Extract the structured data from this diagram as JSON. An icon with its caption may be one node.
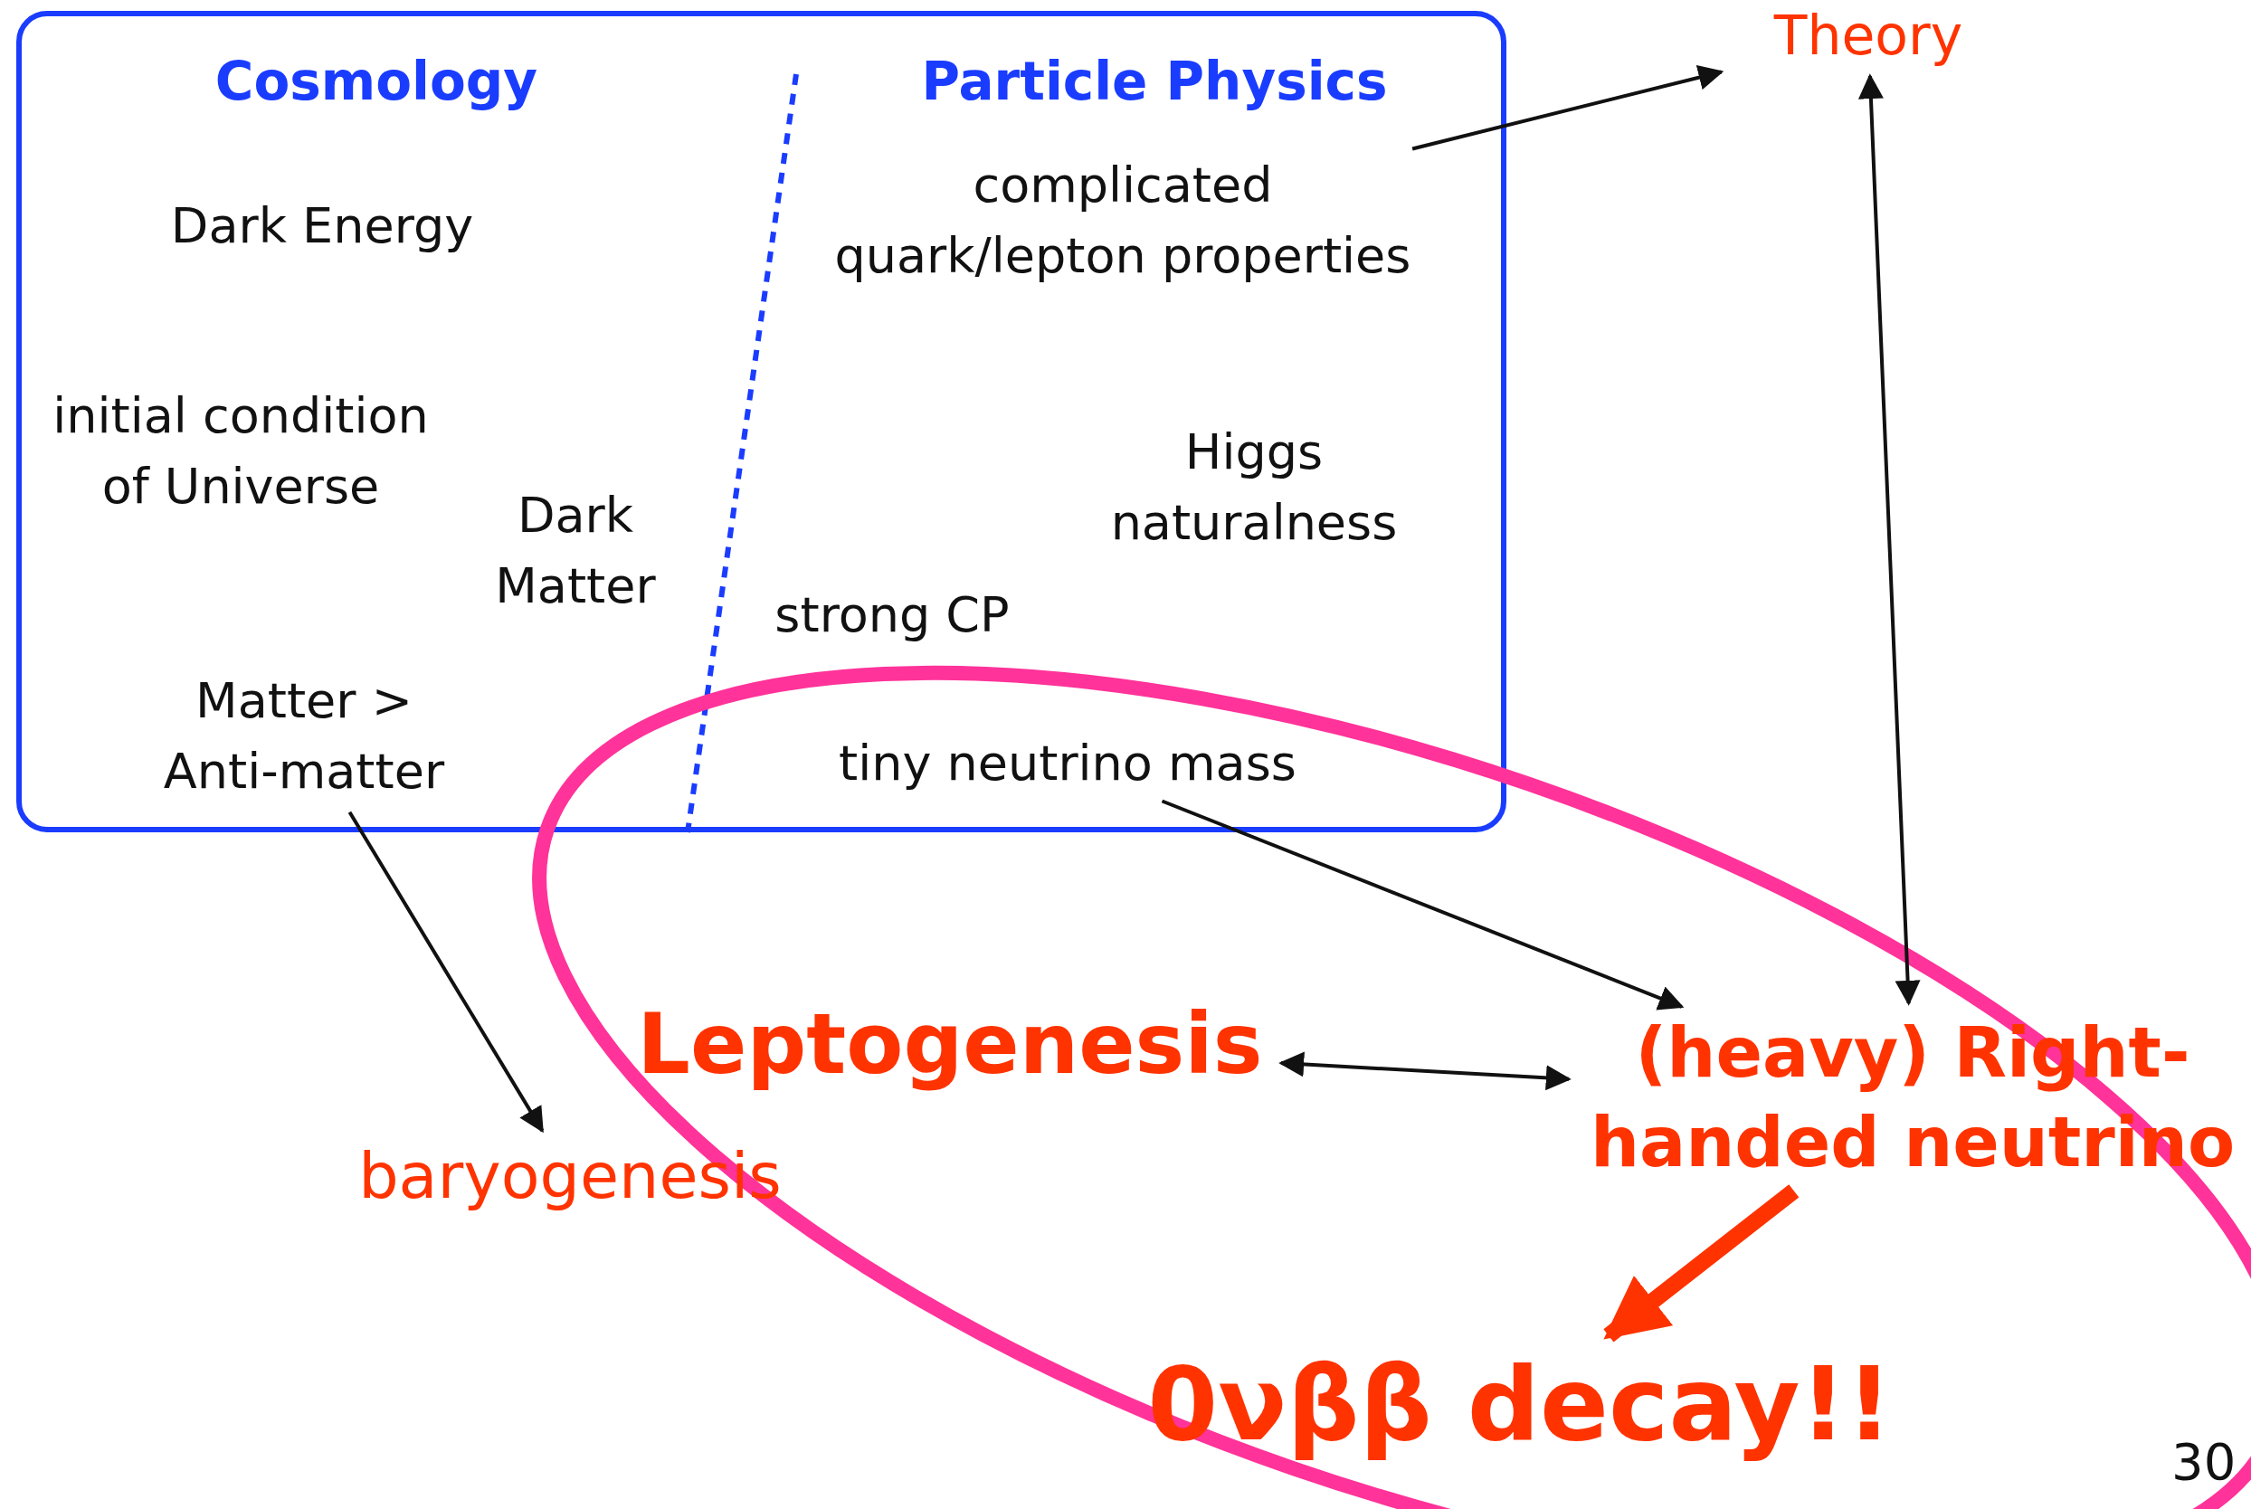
{
  "diagram": {
    "nodes": [
      {
        "text": [
          "Cosmology",
          "Particle Physics"
        ]
      },
      {
        "text": [
          "Dark Energy"
        ],
        "in": 0
      },
      {
        "text": [
          "initial condition of Universe"
        ],
        "in": 0
      },
      {
        "text": [
          "Dark Matter"
        ],
        "in": 0
      },
      {
        "text": [
          "Matter > Anti-matter"
        ],
        "in": 0
      },
      {
        "text": [
          "complicated quark/lepton properties"
        ],
        "in": 0
      },
      {
        "text": [
          "Higgs naturalness"
        ],
        "in": 0
      },
      {
        "text": [
          "strong CP"
        ],
        "in": 0
      },
      {
        "text": [
          "tiny neutrino mass"
        ]
      },
      {
        "text": [
          "Theory"
        ]
      },
      {
        "text": [],
        "shape": "ellipse"
      },
      {
        "text": [
          "Leptogenesis"
        ],
        "in": 10
      },
      {
        "text": [
          "(heavy) Right-handed neutrino"
        ],
        "in": 10
      },
      {
        "text": [
          "0νββ decay!!"
        ],
        "in": 10
      },
      {
        "text": [
          "baryogenesis"
        ]
      }
    ],
    "edges": [
      {
        "from": 5,
        "to": 9,
        "arrow": "to"
      },
      {
        "from": 9,
        "to": 12,
        "arrow": "both"
      },
      {
        "from": 8,
        "to": 12,
        "arrow": "to"
      },
      {
        "from": 11,
        "to": 12,
        "arrow": "both"
      },
      {
        "from": 4,
        "to": 14,
        "arrow": "to"
      },
      {
        "from": 12,
        "to": 13,
        "arrow": "to",
        "style": "thick",
        "color": "#ff3300"
      }
    ],
    "labels": [
      "30"
    ]
  }
}
